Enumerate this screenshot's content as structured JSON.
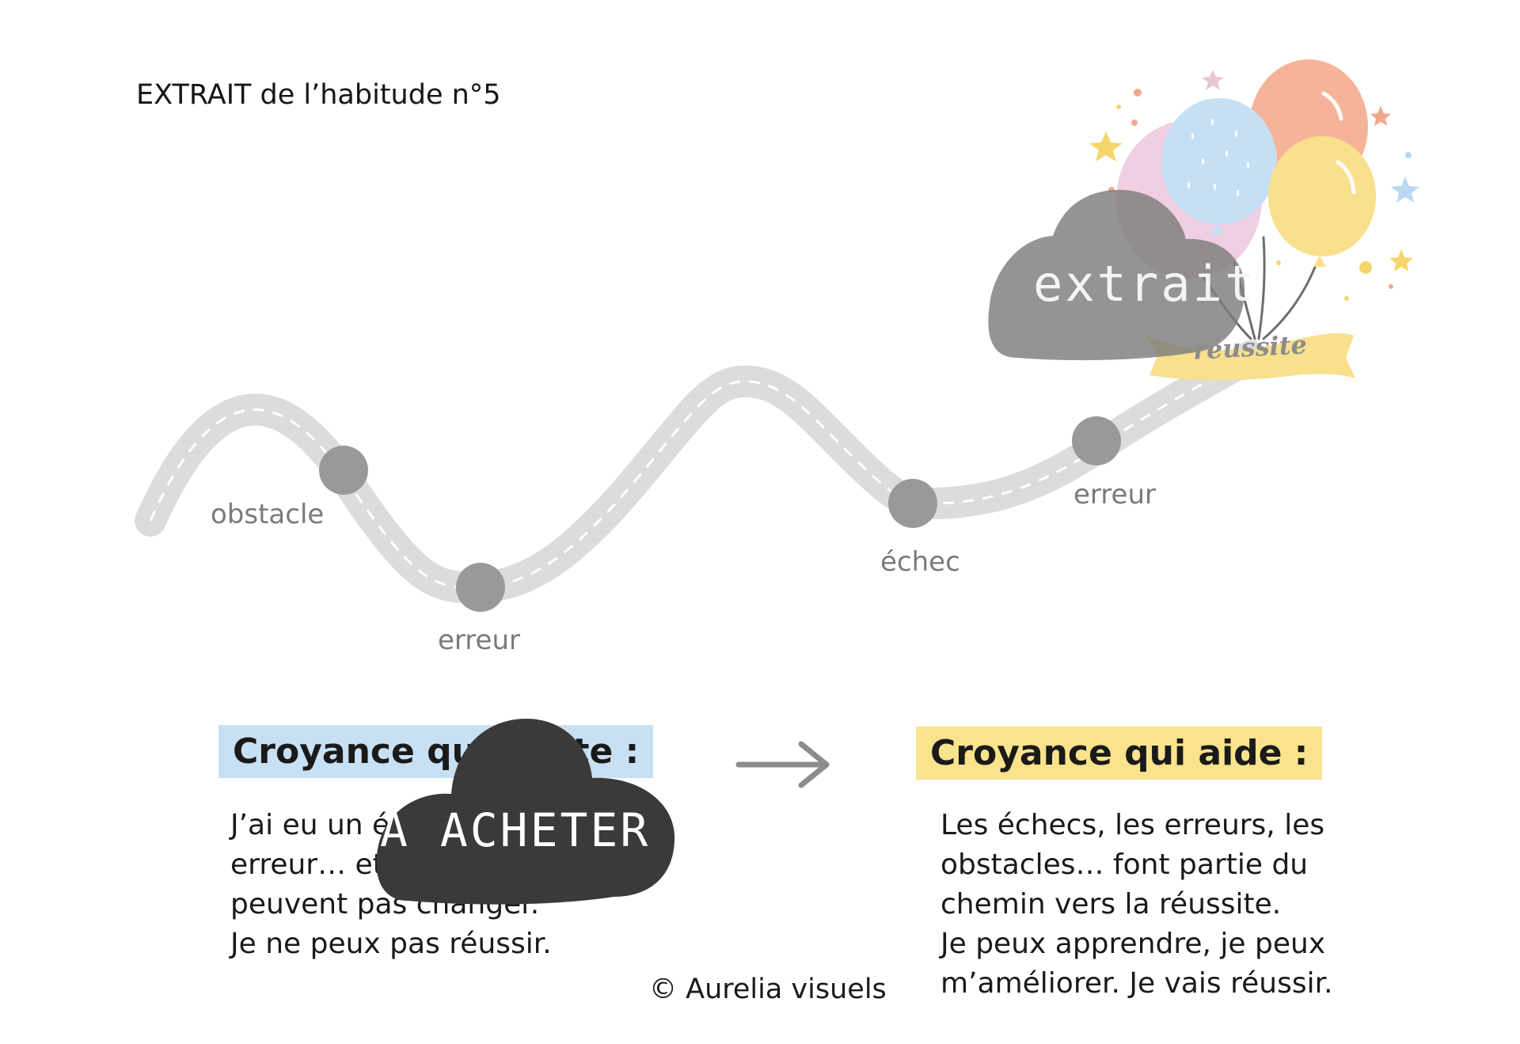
{
  "header": {
    "title": "EXTRAIT de l’habitude n°5"
  },
  "path": {
    "stages": [
      {
        "label": "obstacle"
      },
      {
        "label": "erreur"
      },
      {
        "label": "échec"
      },
      {
        "label": "erreur"
      }
    ],
    "goal_label": "réussite"
  },
  "watermarks": {
    "top": "extrait",
    "bottom": "À ACHETER"
  },
  "left_box": {
    "title": "Croyance qui limite :",
    "lines": [
      "J’ai eu un échec, une",
      "erreur… et les choses ne",
      "peuvent pas changer.",
      "Je ne peux pas réussir."
    ]
  },
  "right_box": {
    "title": "Croyance qui aide :",
    "lines": [
      "Les échecs, les erreurs, les",
      "obstacles… font partie du",
      "chemin vers la réussite.",
      "Je peux apprendre, je peux",
      "m’améliorer. Je vais réussir."
    ]
  },
  "credit": "© Aurelia visuels",
  "colors": {
    "road": "#dcdcdc",
    "milestone": "#999999",
    "balloon_orange": "#f5b49a",
    "balloon_blue": "#c5e0f4",
    "balloon_yellow": "#f8e08c",
    "balloon_pink": "#f1cfe3",
    "ribbon": "#f8e08c",
    "cloud_light": "#7c7c7c",
    "cloud_dark": "#3a3a3a"
  },
  "icons": [
    "balloons-illustration",
    "star-icon",
    "arrow-right-icon",
    "cloud-shape"
  ]
}
